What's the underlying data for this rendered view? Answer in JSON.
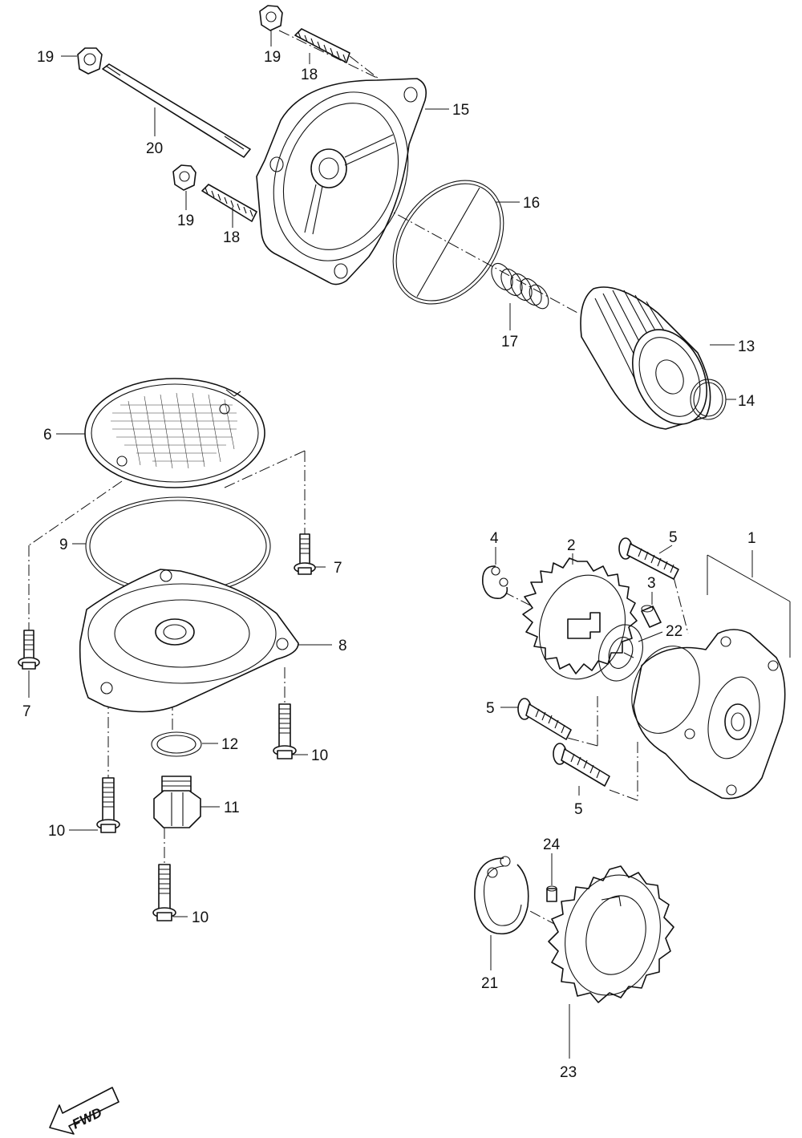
{
  "callouts": {
    "c1": "1",
    "c2": "2",
    "c3": "3",
    "c4": "4",
    "c5a": "5",
    "c5b": "5",
    "c5c": "5",
    "c6": "6",
    "c7a": "7",
    "c7b": "7",
    "c8": "8",
    "c9": "9",
    "c10a": "10",
    "c10b": "10",
    "c10c": "10",
    "c11": "11",
    "c12": "12",
    "c13": "13",
    "c14": "14",
    "c15": "15",
    "c16": "16",
    "c17": "17",
    "c18a": "18",
    "c18b": "18",
    "c19a": "19",
    "c19b": "19",
    "c19c": "19",
    "c20": "20",
    "c21": "21",
    "c22": "22",
    "c23": "23",
    "c24": "24"
  },
  "orientation": {
    "label": "FWD"
  }
}
